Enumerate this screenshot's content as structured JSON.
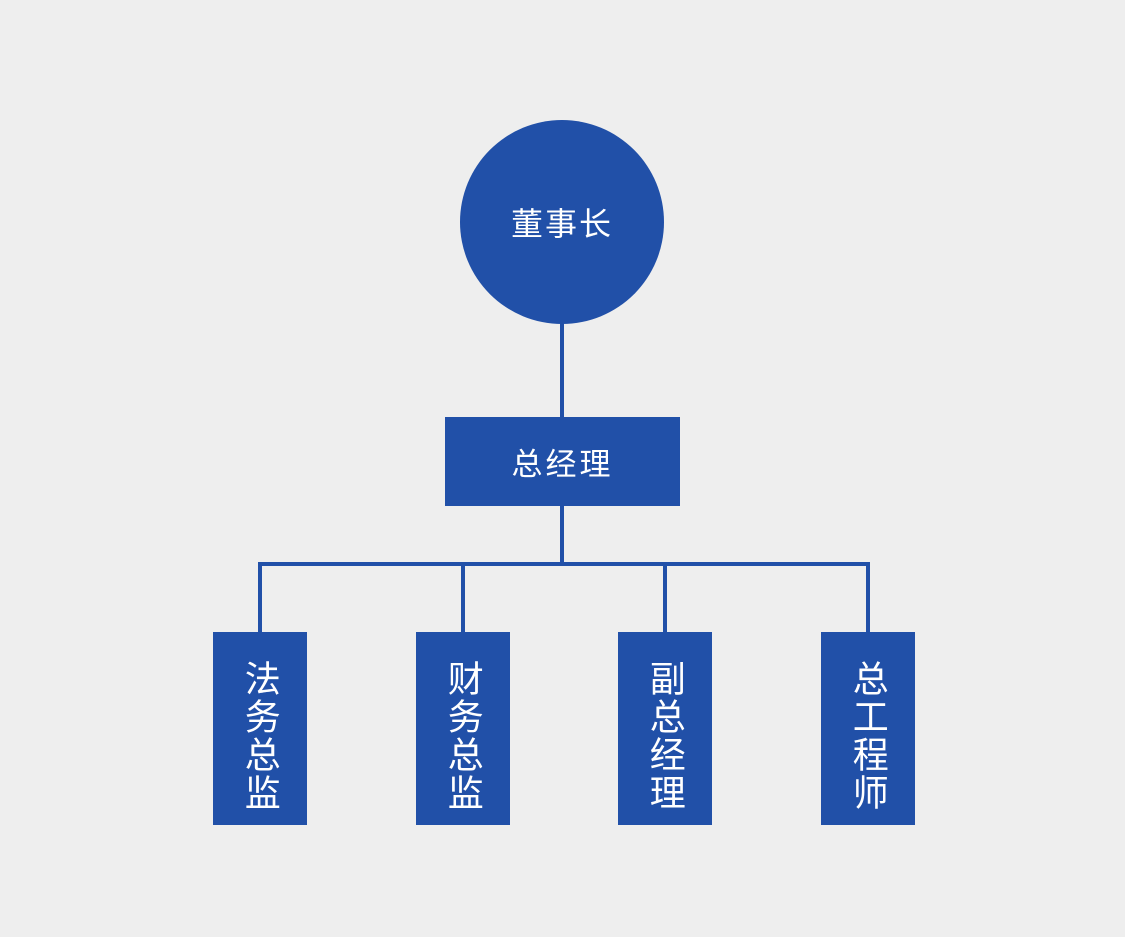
{
  "chart_data": {
    "type": "diagram",
    "diagram_kind": "organization-chart",
    "title": "",
    "background_color": "#eeeeee",
    "node_color": "#2150a8",
    "node_text_color": "#ffffff",
    "connector_color": "#2150a8",
    "levels": 3,
    "nodes": [
      {
        "id": "chairman",
        "label": "董事长",
        "shape": "circle",
        "level": 1,
        "text_direction": "horizontal"
      },
      {
        "id": "gm",
        "label": "总经理",
        "shape": "rectangle",
        "level": 2,
        "text_direction": "horizontal"
      },
      {
        "id": "legal",
        "label": "法务总监",
        "shape": "rectangle",
        "level": 3,
        "text_direction": "vertical"
      },
      {
        "id": "finance",
        "label": "财务总监",
        "shape": "rectangle",
        "level": 3,
        "text_direction": "vertical"
      },
      {
        "id": "deputy-gm",
        "label": "副总经理",
        "shape": "rectangle",
        "level": 3,
        "text_direction": "vertical"
      },
      {
        "id": "chief-engineer",
        "label": "总工程师",
        "shape": "rectangle",
        "level": 3,
        "text_direction": "vertical"
      }
    ],
    "edges": [
      {
        "from": "chairman",
        "to": "gm"
      },
      {
        "from": "gm",
        "to": "legal"
      },
      {
        "from": "gm",
        "to": "finance"
      },
      {
        "from": "gm",
        "to": "deputy-gm"
      },
      {
        "from": "gm",
        "to": "chief-engineer"
      }
    ]
  },
  "chart": {
    "root": {
      "label": "董事长"
    },
    "second": {
      "label": "总经理"
    },
    "departments": [
      {
        "label": "法务总监"
      },
      {
        "label": "财务总监"
      },
      {
        "label": "副总经理"
      },
      {
        "label": "总工程师"
      }
    ]
  }
}
